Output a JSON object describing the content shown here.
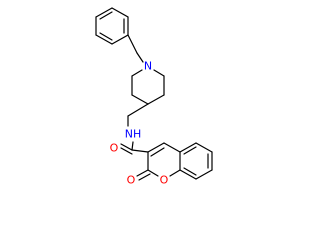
{
  "molecule": {
    "atom_labels": {
      "piperidine_nitrogen": "N",
      "amide_nitrogen": "NH",
      "carbonyl_oxygen": "O",
      "ring_oxygen": "O",
      "lactone_oxygen": "O"
    },
    "colors": {
      "bond": "#000000",
      "nitrogen": "#0000ff",
      "oxygen": "#ff0000"
    }
  }
}
